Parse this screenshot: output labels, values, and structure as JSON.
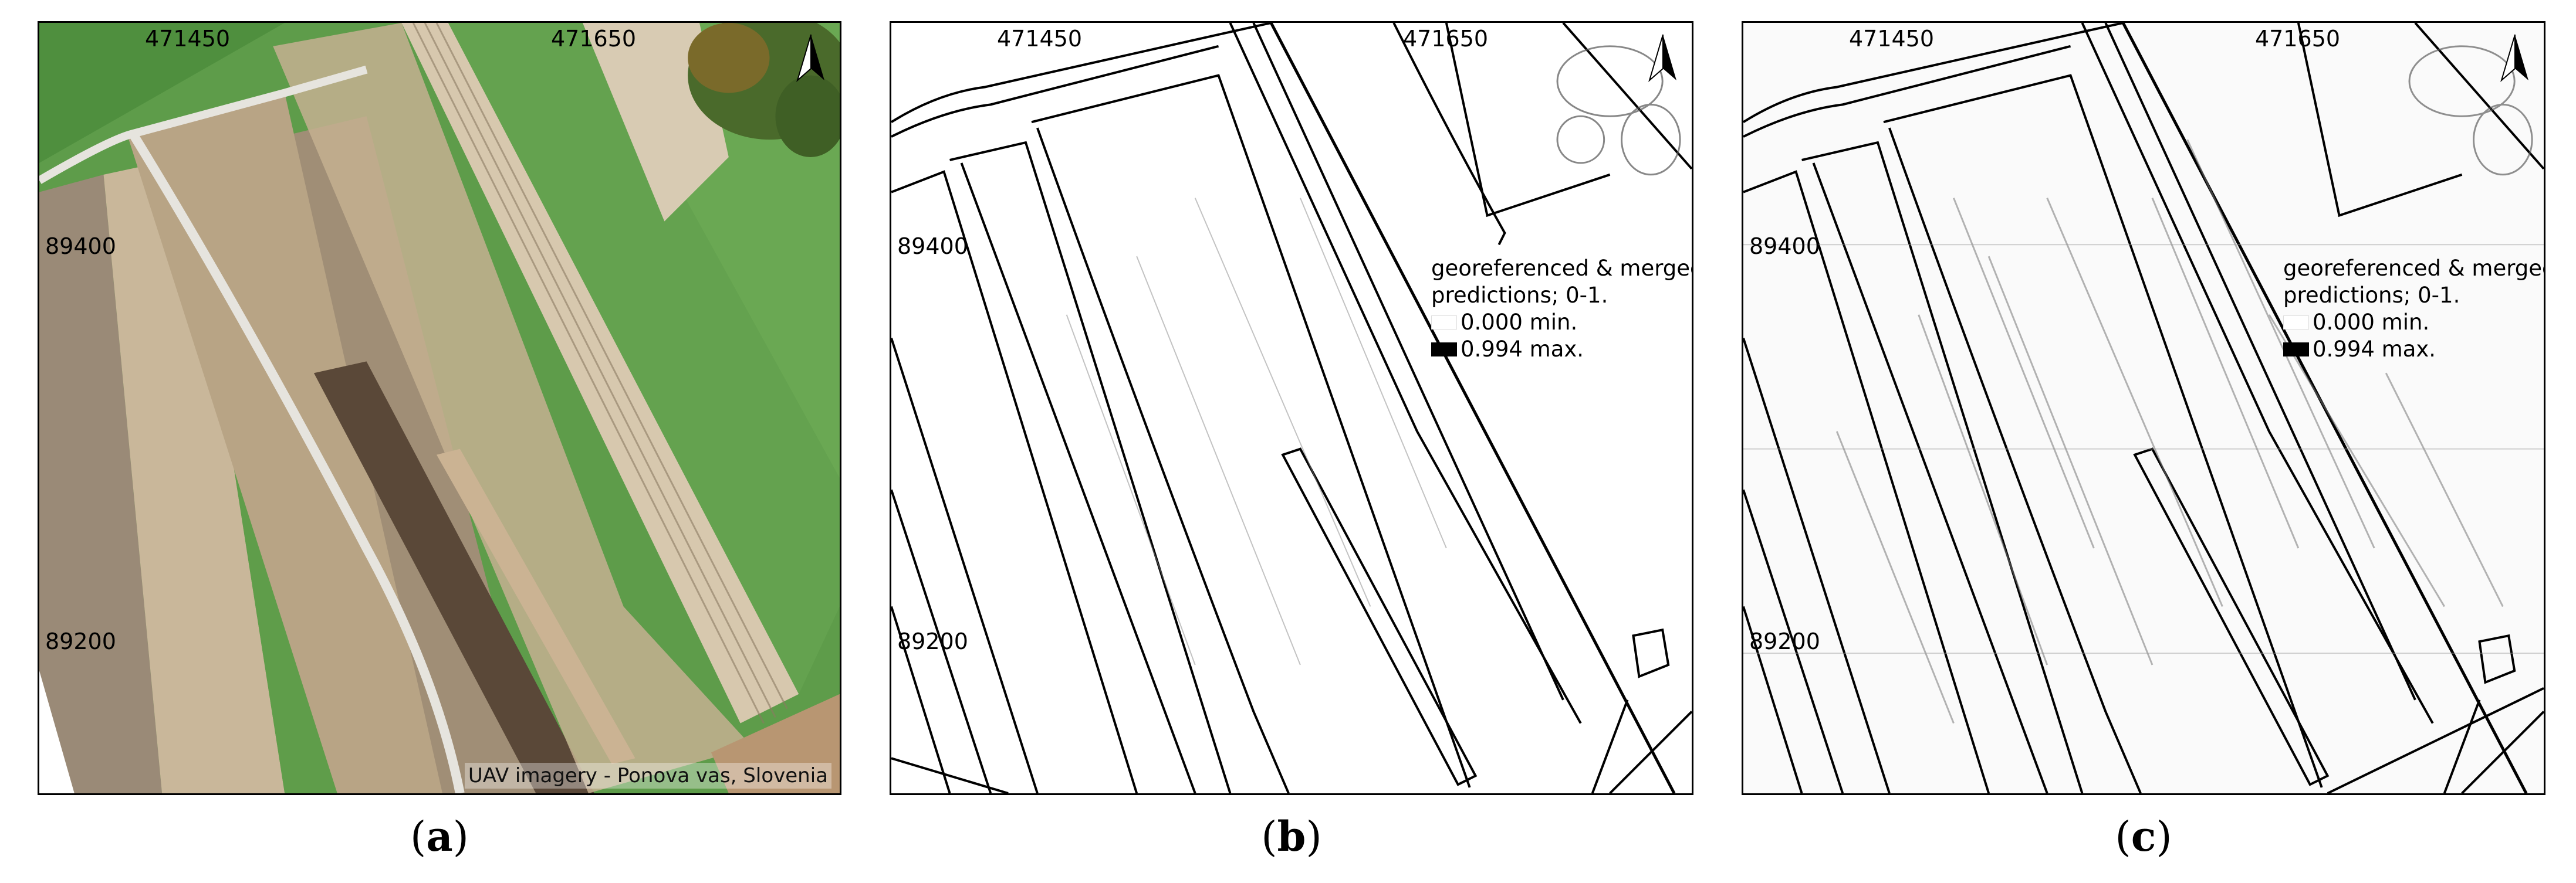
{
  "panels": [
    {
      "id": "a",
      "caption_letter": "a",
      "coords": {
        "x_left": "471450",
        "x_right": "471650",
        "y_top": "89400",
        "y_bottom": "89200"
      },
      "credit": "UAV imagery - Ponova vas, Slovenia",
      "north_icon": "north-arrow-icon"
    },
    {
      "id": "b",
      "caption_letter": "b",
      "coords": {
        "x_left": "471450",
        "x_right": "471650",
        "y_top": "89400",
        "y_bottom": "89200"
      },
      "legend": {
        "title_line1": "georeferenced & merged",
        "title_line2": "predictions; 0-1.",
        "min_label": "0.000 min.",
        "max_label": "0.994 max."
      },
      "north_icon": "north-arrow-icon"
    },
    {
      "id": "c",
      "caption_letter": "c",
      "coords": {
        "x_left": "471450",
        "x_right": "471650",
        "y_top": "89400",
        "y_bottom": "89200"
      },
      "legend": {
        "title_line1": "georeferenced & merged",
        "title_line2": "predictions; 0-1.",
        "min_label": "0.000 min.",
        "max_label": "0.994 max."
      },
      "north_icon": "north-arrow-icon"
    }
  ],
  "colors": {
    "grass": "#5c9a48",
    "dry_field": "#b7a07c",
    "dark_field": "#5b4a3a",
    "road": "#e4e2dc",
    "trees": "#4b6a2c",
    "line": "#000000"
  }
}
